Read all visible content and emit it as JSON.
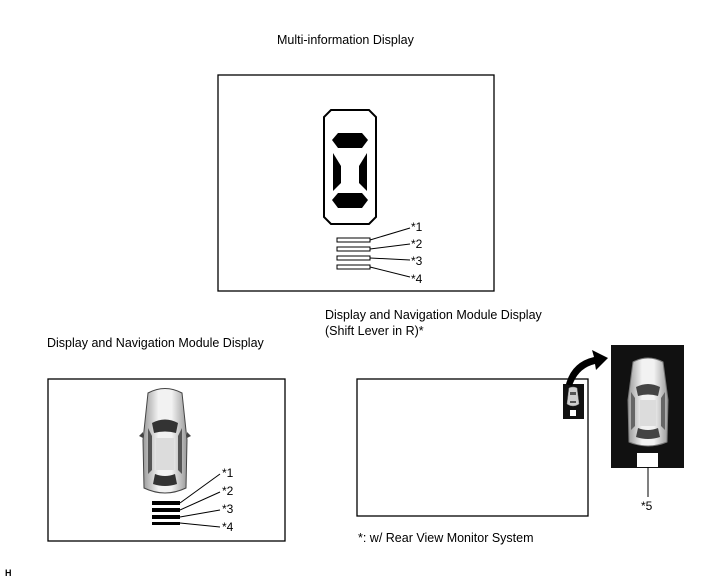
{
  "top": {
    "title": "Multi-information Display"
  },
  "left": {
    "title": "Display and Navigation Module Display"
  },
  "right": {
    "title_line1": "Display and Navigation Module Display",
    "title_line2": "(Shift Lever in R)*"
  },
  "sensor_labels": [
    "*1",
    "*2",
    "*3",
    "*4"
  ],
  "camera_label": "*5",
  "footnote": "*: w/ Rear View Monitor System",
  "corner_code": "H",
  "icons": {
    "mid_display_car": "car-top-view-icon",
    "nav_car": "car-top-view-icon",
    "arrow": "curved-arrow-icon"
  }
}
